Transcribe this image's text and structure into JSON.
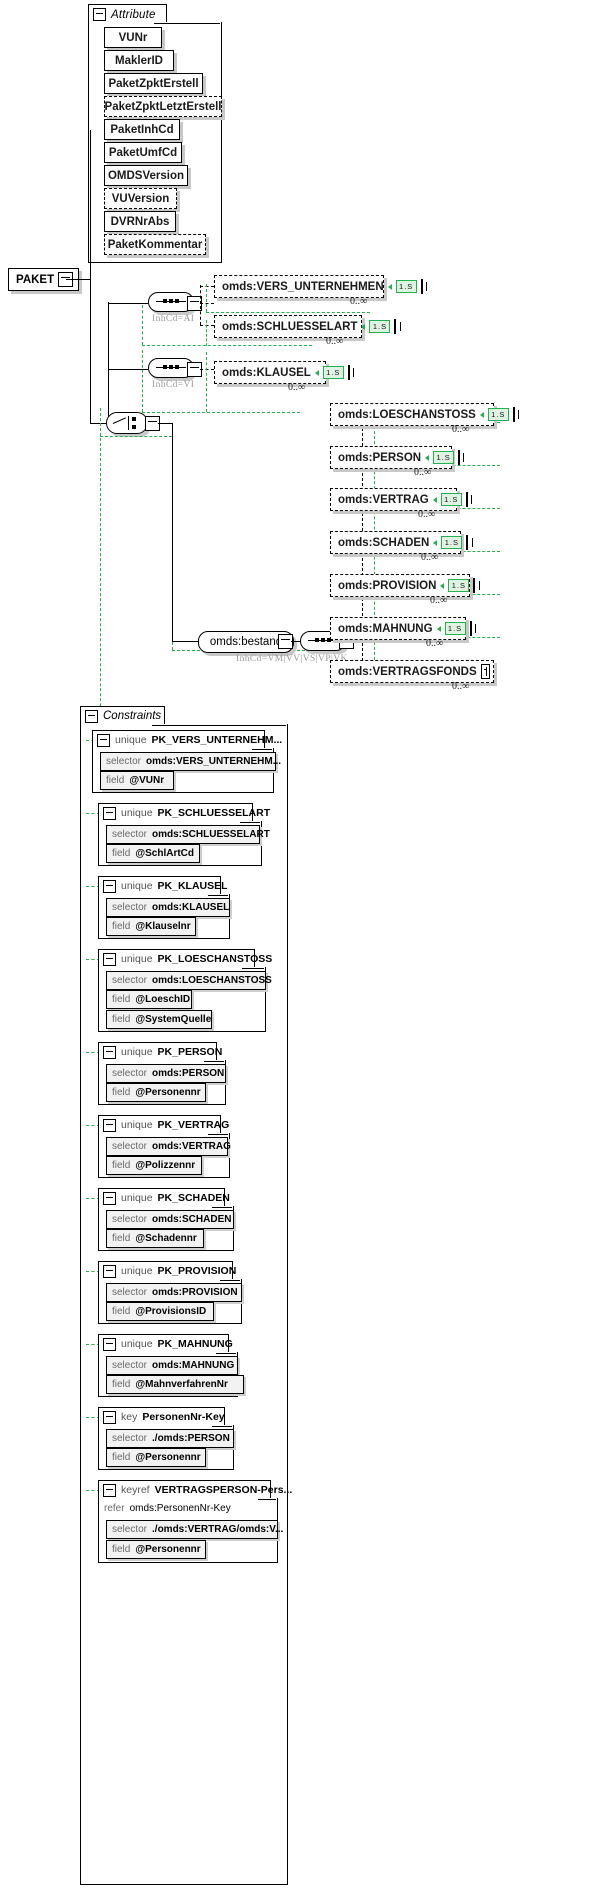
{
  "diagram": {
    "type": "xsd-schema-diagram",
    "root_element": "PAKET",
    "colors": {
      "stroke": "#000000",
      "green": "#22b14c",
      "shadow": "#c8c8c8",
      "muted": "#9a9a9a"
    }
  },
  "attribute_group": {
    "title": "Attribute",
    "toggle": "minus-icon",
    "items": [
      {
        "label": "VUNr",
        "optional": false
      },
      {
        "label": "MaklerID",
        "optional": false
      },
      {
        "label": "PaketZpktErstell",
        "optional": false
      },
      {
        "label": "PaketZpktLetztErstell",
        "optional": true
      },
      {
        "label": "PaketInhCd",
        "optional": false
      },
      {
        "label": "PaketUmfCd",
        "optional": false
      },
      {
        "label": "OMDSVersion",
        "optional": false
      },
      {
        "label": "VUVersion",
        "optional": true
      },
      {
        "label": "DVRNrAbs",
        "optional": false
      },
      {
        "label": "PaketKommentar",
        "optional": true
      }
    ]
  },
  "root": {
    "label": "PAKET",
    "toggle": "minus-icon"
  },
  "compositors": [
    {
      "id": "seq-ai",
      "kind": "sequence",
      "annotation": "InhCd=AI"
    },
    {
      "id": "seq-vi",
      "kind": "sequence",
      "annotation": "InhCd=VI"
    },
    {
      "id": "choice-root",
      "kind": "choice",
      "annotation": ""
    },
    {
      "id": "seq-bestand",
      "kind": "sequence",
      "annotation": "InhCd=VM|VV|VS|VP|VK"
    }
  ],
  "bestand_node": {
    "label": "omds:bestand",
    "toggle": "minus-icon"
  },
  "elements": {
    "group_ai": [
      {
        "label": "omds:VERS_UNTERNEHMEN",
        "badge": "1.S",
        "occurs": "0..∞"
      },
      {
        "label": "omds:SCHLUESSELART",
        "badge": "1.S",
        "occurs": "0..∞"
      }
    ],
    "group_vi": [
      {
        "label": "omds:KLAUSEL",
        "badge": "1.S",
        "occurs": "0..∞"
      }
    ],
    "group_bestand": [
      {
        "label": "omds:LOESCHANSTOSS",
        "badge": "1.S",
        "occurs": "0..∞"
      },
      {
        "label": "omds:PERSON",
        "badge": "1.S",
        "occurs": "0..∞"
      },
      {
        "label": "omds:VERTRAG",
        "badge": "1.S",
        "occurs": "0..∞"
      },
      {
        "label": "omds:SCHADEN",
        "badge": "1.S",
        "occurs": "0..∞"
      },
      {
        "label": "omds:PROVISION",
        "badge": "1.S",
        "occurs": "0..∞"
      },
      {
        "label": "omds:MAHNUNG",
        "badge": "1.S",
        "occurs": "0..∞"
      },
      {
        "label": "omds:VERTRAGSFONDS",
        "badge": "",
        "occurs": "0..∞"
      }
    ]
  },
  "constraints": {
    "title": "Constraints",
    "toggle": "minus-icon",
    "items": [
      {
        "kind": "unique",
        "name": "PK_VERS_UNTERNEHM...",
        "rows": [
          {
            "k": "selector",
            "v": "omds:VERS_UNTERNEHM..."
          },
          {
            "k": "field",
            "v": "@VUNr"
          }
        ]
      },
      {
        "kind": "unique",
        "name": "PK_SCHLUESSELART",
        "rows": [
          {
            "k": "selector",
            "v": "omds:SCHLUESSELART"
          },
          {
            "k": "field",
            "v": "@SchlArtCd"
          }
        ]
      },
      {
        "kind": "unique",
        "name": "PK_KLAUSEL",
        "rows": [
          {
            "k": "selector",
            "v": "omds:KLAUSEL"
          },
          {
            "k": "field",
            "v": "@Klauselnr"
          }
        ]
      },
      {
        "kind": "unique",
        "name": "PK_LOESCHANSTOSS",
        "rows": [
          {
            "k": "selector",
            "v": "omds:LOESCHANSTOSS"
          },
          {
            "k": "field",
            "v": "@LoeschID"
          },
          {
            "k": "field",
            "v": "@SystemQuelle"
          }
        ]
      },
      {
        "kind": "unique",
        "name": "PK_PERSON",
        "rows": [
          {
            "k": "selector",
            "v": "omds:PERSON"
          },
          {
            "k": "field",
            "v": "@Personennr"
          }
        ]
      },
      {
        "kind": "unique",
        "name": "PK_VERTRAG",
        "rows": [
          {
            "k": "selector",
            "v": "omds:VERTRAG"
          },
          {
            "k": "field",
            "v": "@Polizzennr"
          }
        ]
      },
      {
        "kind": "unique",
        "name": "PK_SCHADEN",
        "rows": [
          {
            "k": "selector",
            "v": "omds:SCHADEN"
          },
          {
            "k": "field",
            "v": "@Schadennr"
          }
        ]
      },
      {
        "kind": "unique",
        "name": "PK_PROVISION",
        "rows": [
          {
            "k": "selector",
            "v": "omds:PROVISION"
          },
          {
            "k": "field",
            "v": "@ProvisionsID"
          }
        ]
      },
      {
        "kind": "unique",
        "name": "PK_MAHNUNG",
        "rows": [
          {
            "k": "selector",
            "v": "omds:MAHNUNG"
          },
          {
            "k": "field",
            "v": "@MahnverfahrenNr"
          }
        ]
      },
      {
        "kind": "key",
        "name": "PersonenNr-Key",
        "rows": [
          {
            "k": "selector",
            "v": "./omds:PERSON"
          },
          {
            "k": "field",
            "v": "@Personennr"
          }
        ]
      },
      {
        "kind": "keyref",
        "name": "VERTRAGSPERSON-Pers...",
        "refer": {
          "k": "refer",
          "v": "omds:PersonenNr-Key"
        },
        "rows": [
          {
            "k": "selector",
            "v": "./omds:VERTRAG/omds:V..."
          },
          {
            "k": "field",
            "v": "@Personennr"
          }
        ]
      }
    ]
  }
}
